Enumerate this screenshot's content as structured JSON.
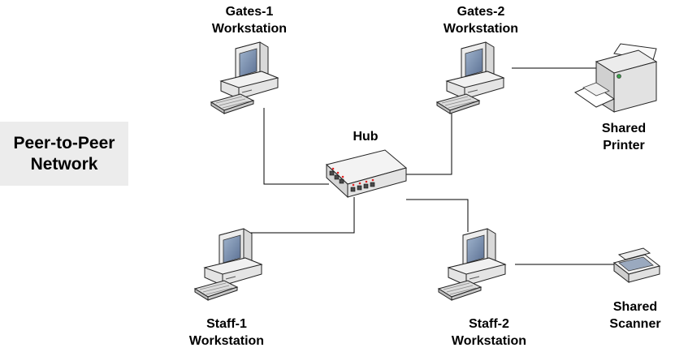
{
  "title": {
    "line1": "Peer-to-Peer",
    "line2": "Network"
  },
  "nodes": {
    "gates1": {
      "line1": "Gates-1",
      "line2": "Workstation"
    },
    "gates2": {
      "line1": "Gates-2",
      "line2": "Workstation"
    },
    "staff1": {
      "line1": "Staff-1",
      "line2": "Workstation"
    },
    "staff2": {
      "line1": "Staff-2",
      "line2": "Workstation"
    },
    "hub": {
      "label": "Hub"
    },
    "printer": {
      "line1": "Shared",
      "line2": "Printer"
    },
    "scanner": {
      "line1": "Shared",
      "line2": "Scanner"
    }
  },
  "colors": {
    "monitor_body": "#e6e6e6",
    "screen": "#6f86a6",
    "hub_body": "#e9e9e9",
    "led": "#e22222",
    "line": "#000000",
    "title_bg": "#ececec"
  }
}
